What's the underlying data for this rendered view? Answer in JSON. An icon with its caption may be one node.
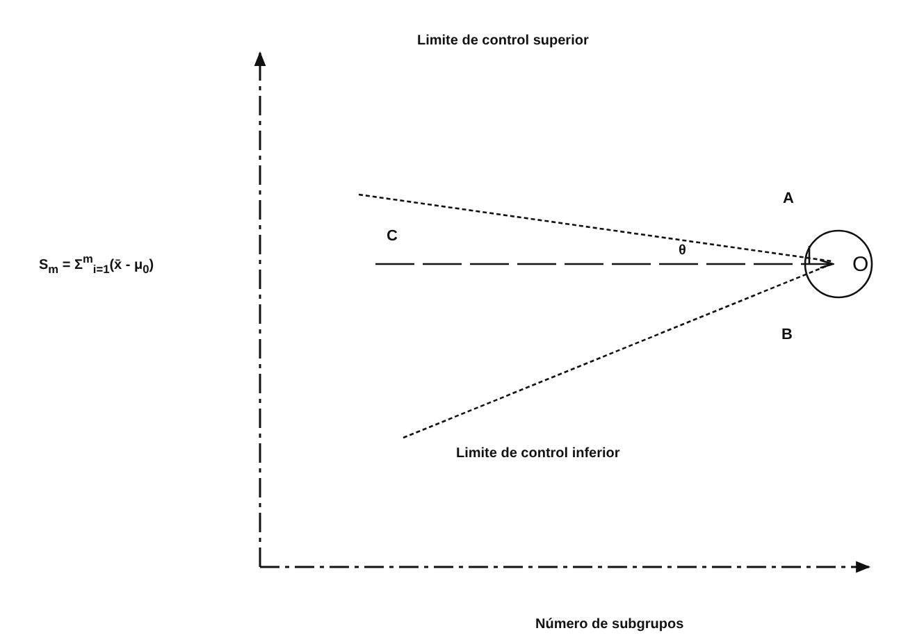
{
  "diagram": {
    "labels": [
      "Limite de control superior",
      "S$_{m}$ = Σ$^{m}$$_{i=1}$(x̄ - μ$_{0}$)",
      "A",
      "C",
      "θ",
      "O",
      "B",
      "Limite de control inferior",
      "Número de subgrupos"
    ]
  }
}
